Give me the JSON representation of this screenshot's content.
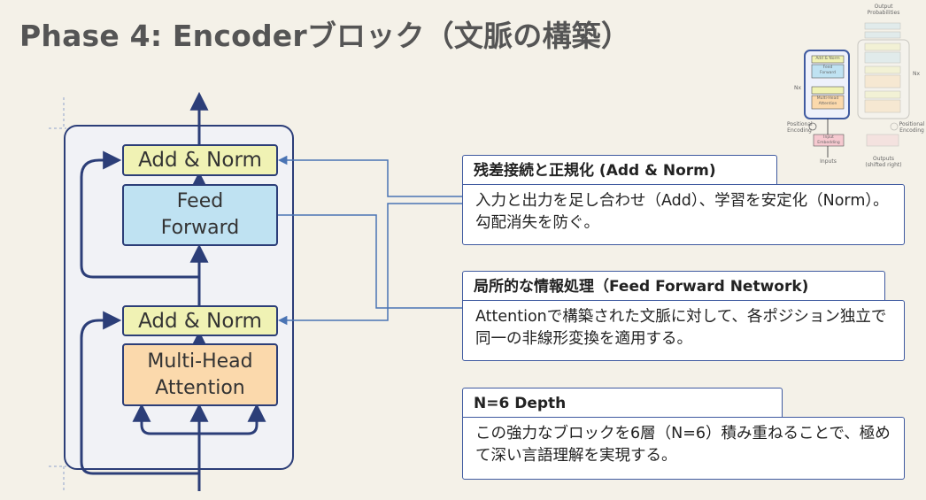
{
  "title": "Phase 4: Encoderブロック（文脈の構築）",
  "blocks": {
    "add_norm_top": "Add & Norm",
    "feed_forward": "Feed\nForward",
    "add_norm_bottom": "Add & Norm",
    "multi_head_attention": "Multi-Head\nAttention"
  },
  "callouts": [
    {
      "heading": "残差接続と正規化 (Add & Norm)",
      "body": "入力と出力を足し合わせ（Add）、学習を安定化（Norm）。勾配消失を防ぐ。"
    },
    {
      "heading": "局所的な情報処理（Feed Forward Network)",
      "body": "Attentionで構築された文脈に対して、各ポジション独立で同一の非線形変換を適用する。"
    },
    {
      "heading": "N=6 Depth",
      "body": "この強力なブロックを6層（N=6）積み重ねることで、極めて深い言語理解を実現する。"
    }
  ],
  "thumbnail": {
    "output_probabilities": "Output\nProbabilities",
    "nx_left": "Nx",
    "nx_right": "Nx",
    "positional_encoding_left": "Positional\nEncoding",
    "positional_encoding_right": "Positional\nEncoding",
    "inputs": "Inputs",
    "outputs": "Outputs\n(shifted right)",
    "add_norm": "Add & Norm",
    "feed_forward": "Feed\nForward",
    "multi_head_attention": "Multi-Head\nAttention",
    "input_embedding": "Input\nEmbedding"
  },
  "colors": {
    "accent": "#2c3e78",
    "connector": "#4a74b4",
    "add_norm": "#f0f2b4",
    "feed_forward": "#bfe2f2",
    "attention": "#fbd9ac"
  }
}
